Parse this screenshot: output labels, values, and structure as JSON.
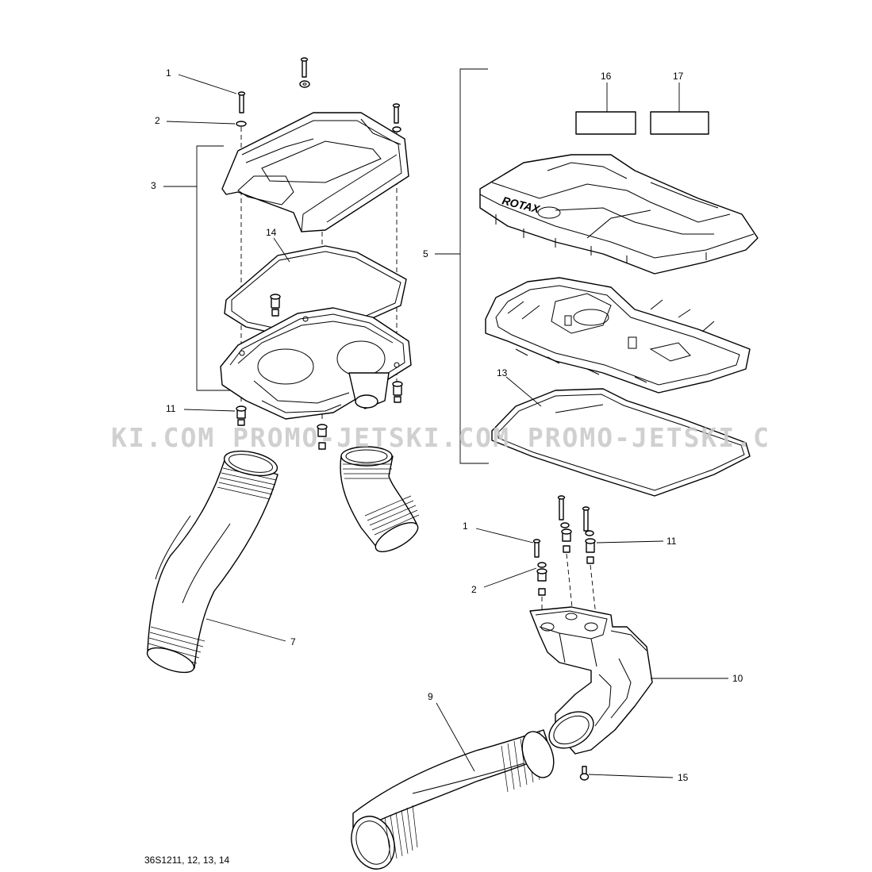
{
  "diagram": {
    "callouts": [
      {
        "id": "c1a",
        "label": "1"
      },
      {
        "id": "c2a",
        "label": "2"
      },
      {
        "id": "c3",
        "label": "3"
      },
      {
        "id": "c14",
        "label": "14"
      },
      {
        "id": "c11a",
        "label": "11"
      },
      {
        "id": "c7",
        "label": "7"
      },
      {
        "id": "c5",
        "label": "5"
      },
      {
        "id": "c16",
        "label": "16"
      },
      {
        "id": "c17",
        "label": "17"
      },
      {
        "id": "c13",
        "label": "13"
      },
      {
        "id": "c1b",
        "label": "1"
      },
      {
        "id": "c2b",
        "label": "2"
      },
      {
        "id": "c11b",
        "label": "11"
      },
      {
        "id": "c10",
        "label": "10"
      },
      {
        "id": "c9",
        "label": "9"
      },
      {
        "id": "c15",
        "label": "15"
      }
    ],
    "brand_text": "ROTAX",
    "watermark": "KI.COM  PROMO-JETSKI.COM  PROMO-JETSKI.C",
    "figure_ref": "36S1211, 12, 13, 14"
  }
}
